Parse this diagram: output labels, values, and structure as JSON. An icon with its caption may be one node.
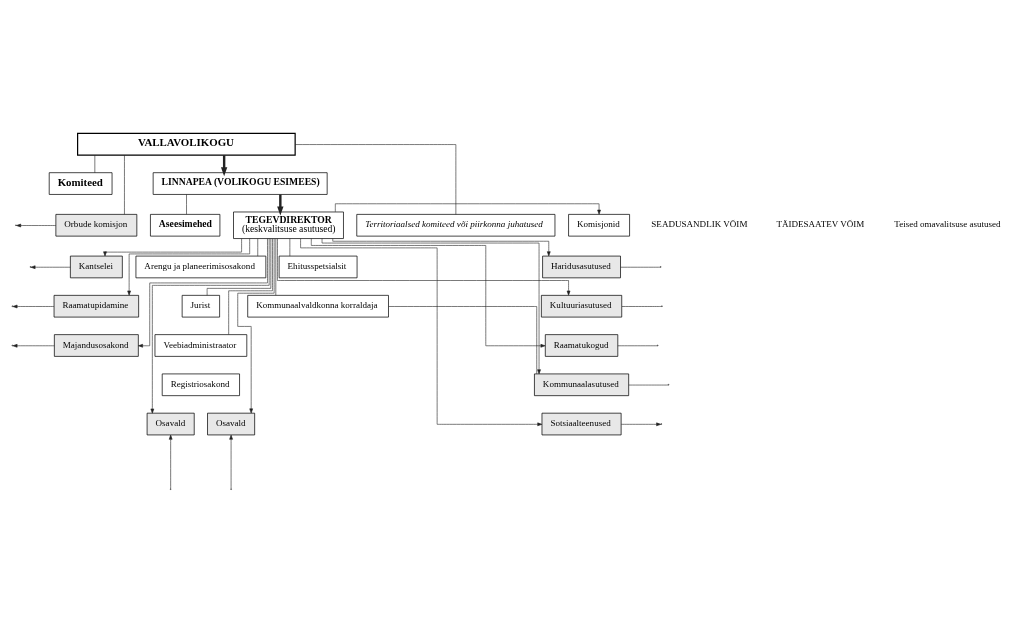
{
  "diagram": {
    "nodes": [
      {
        "text": [
          "VALLAVOLIKOGU"
        ]
      },
      {
        "text": [
          "Komiteed"
        ]
      },
      {
        "text": [
          "LINNAPEA (VOLIKOGU ESIMEES)"
        ]
      },
      {
        "text": [
          "Aseesimehed"
        ]
      },
      {
        "text": [
          "Territoriaalsed komiteed või piirkonna juhatused"
        ]
      },
      {
        "text": [
          "TEGEVDIREKTOR",
          "(keskvalitsuse asutused)"
        ]
      },
      {
        "text": [
          "Komisjonid"
        ]
      },
      {
        "text": [
          "Orbude komisjon"
        ]
      },
      {
        "text": [
          "Kantselei"
        ]
      },
      {
        "text": [
          "Raamatupidamine"
        ]
      },
      {
        "text": [
          "Majandusosakond"
        ]
      },
      {
        "text": [
          "Arengu ja planeerimisosakond"
        ]
      },
      {
        "text": [
          "Jurist"
        ]
      },
      {
        "text": [
          "Veebiadministraator"
        ]
      },
      {
        "text": [
          "Registriosakond"
        ]
      },
      {
        "text": [
          "Ehitusspetsialsit"
        ]
      },
      {
        "text": [
          "Kommunaalvaldkonna korraldaja"
        ]
      },
      {
        "text": [
          "Haridusasutused"
        ]
      },
      {
        "text": [
          "Kultuuriasutused"
        ]
      },
      {
        "text": [
          "Raamatukogud"
        ]
      },
      {
        "text": [
          "Kommunaalasutused"
        ]
      },
      {
        "text": [
          "Sotsiaalteenused"
        ]
      },
      {
        "text": [
          "Osavald"
        ]
      },
      {
        "text": [
          "Osavald"
        ]
      }
    ],
    "edges": [
      {
        "from": 0,
        "to": 2,
        "arrow": "to",
        "style": "thick"
      },
      {
        "from": 0,
        "to": 1,
        "arrow": "none"
      },
      {
        "from": 0,
        "to": 4,
        "arrow": "none"
      },
      {
        "from": 0,
        "to": 7,
        "arrow": "none"
      },
      {
        "from": 2,
        "to": 3,
        "arrow": "none"
      },
      {
        "from": 2,
        "to": 5,
        "arrow": "to",
        "style": "thick"
      },
      {
        "from": 5,
        "to": 8,
        "arrow": "to"
      },
      {
        "from": 5,
        "to": 9,
        "arrow": "to"
      },
      {
        "from": 5,
        "to": 10,
        "arrow": "to"
      },
      {
        "from": 5,
        "to": 11,
        "arrow": "none"
      },
      {
        "from": 5,
        "to": 12,
        "arrow": "none"
      },
      {
        "from": 5,
        "to": 13,
        "arrow": "none"
      },
      {
        "from": 5,
        "to": 15,
        "arrow": "none"
      },
      {
        "from": 5,
        "to": 16,
        "arrow": "none"
      },
      {
        "from": 5,
        "to": 6,
        "arrow": "to"
      },
      {
        "from": 5,
        "to": 17,
        "arrow": "to"
      },
      {
        "from": 5,
        "to": 18,
        "arrow": "to"
      },
      {
        "from": 5,
        "to": 19,
        "arrow": "to"
      },
      {
        "from": 5,
        "to": 20,
        "arrow": "to"
      },
      {
        "from": 5,
        "to": 21,
        "arrow": "to"
      },
      {
        "from": 5,
        "to": 22,
        "arrow": "to"
      },
      {
        "from": 5,
        "to": 23,
        "arrow": "to"
      },
      {
        "from": 16,
        "to": 20,
        "arrow": "none"
      },
      {
        "from": 7,
        "to": null,
        "arrow": "to"
      },
      {
        "from": 8,
        "to": null,
        "arrow": "to"
      },
      {
        "from": 9,
        "to": null,
        "arrow": "to"
      },
      {
        "from": 10,
        "to": null,
        "arrow": "to"
      },
      {
        "from": 17,
        "to": null,
        "arrow": "none"
      },
      {
        "from": 18,
        "to": null,
        "arrow": "none"
      },
      {
        "from": 19,
        "to": null,
        "arrow": "none"
      },
      {
        "from": 20,
        "to": null,
        "arrow": "none"
      },
      {
        "from": 21,
        "to": null,
        "arrow": "to"
      },
      {
        "from": null,
        "to": 22,
        "arrow": "to"
      },
      {
        "from": null,
        "to": 23,
        "arrow": "to"
      }
    ],
    "labels": [
      "SEADUSANDLIK VÕIM",
      "TÄIDESAATEV VÕIM",
      "Teised omavalitsuse asutused"
    ]
  }
}
